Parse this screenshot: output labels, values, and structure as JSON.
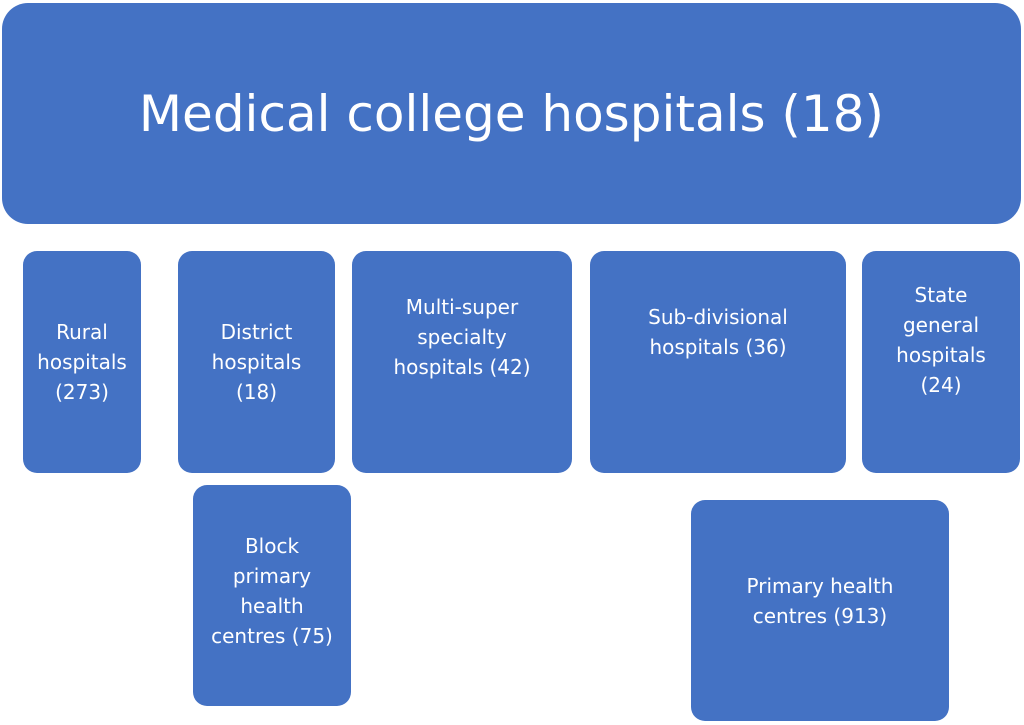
{
  "root": {
    "label": "Medical college hospitals (18)"
  },
  "nodes": [
    {
      "id": "rural",
      "label": "Rural\nhospitals\n(273)"
    },
    {
      "id": "district",
      "label": "District\nhospitals\n(18)"
    },
    {
      "id": "multi",
      "label": "Multi-super\nspecialty\nhospitals (42)"
    },
    {
      "id": "subdiv",
      "label": "Sub-divisional\nhospitals (36)"
    },
    {
      "id": "state",
      "label": "State\ngeneral\nhospitals\n(24)"
    },
    {
      "id": "block",
      "label": "Block\nprimary\nhealth\ncentres (75)"
    },
    {
      "id": "phc",
      "label": "Primary health\ncentres (913)"
    }
  ],
  "colors": {
    "box": "#4472C4",
    "text": "#FFFFFF"
  }
}
